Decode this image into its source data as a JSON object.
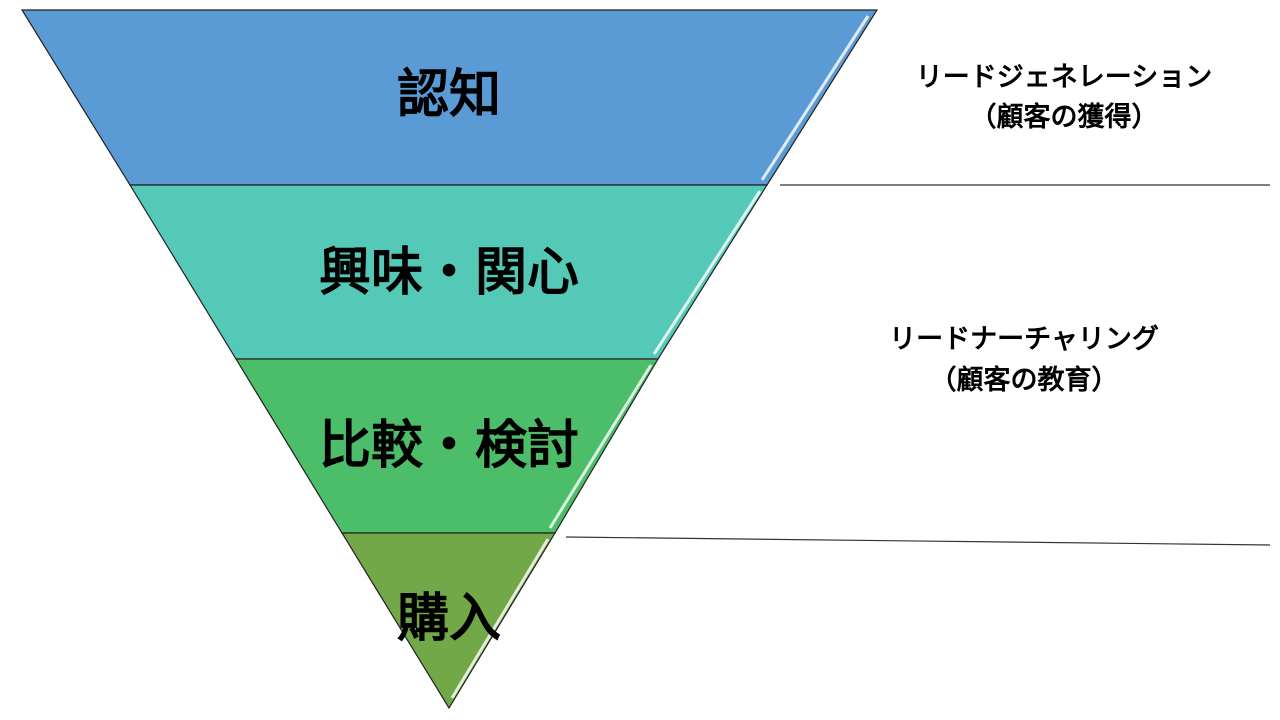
{
  "funnel": {
    "stages": [
      {
        "label": "認知",
        "color": "#5b9bd5"
      },
      {
        "label": "興味・関心",
        "color": "#55c9b7"
      },
      {
        "label": "比較・検討",
        "color": "#4cbd68"
      },
      {
        "label": "購入",
        "color": "#72a847"
      }
    ]
  },
  "annotations": {
    "lead_generation": {
      "line1": "リードジェネレーション",
      "line2": "（顧客の獲得）"
    },
    "lead_nurturing": {
      "line1": "リードナーチャリング",
      "line2": "（顧客の教育）"
    }
  }
}
